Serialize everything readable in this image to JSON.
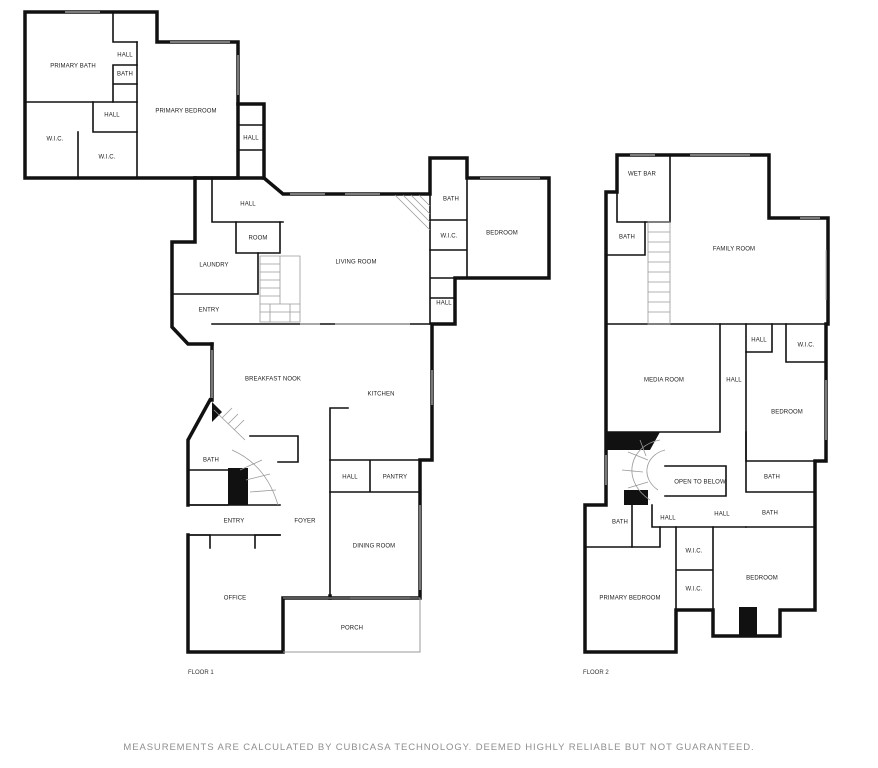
{
  "floor1": {
    "label": "FLOOR 1",
    "rooms": {
      "primary_bath": "PRIMARY BATH",
      "hall_top": "HALL",
      "bath_small": "BATH",
      "primary_bedroom": "PRIMARY BEDROOM",
      "hall_small": "HALL",
      "wic_left": "W.I.C.",
      "wic_right": "W.I.C.",
      "hall_corridor": "HALL",
      "hall_upper": "HALL",
      "room": "ROOM",
      "laundry": "LAUNDRY",
      "living_room": "LIVING ROOM",
      "entry_side": "ENTRY",
      "bath_guest": "BATH",
      "wic_guest": "W.I.C.",
      "bedroom_guest": "BEDROOM",
      "hall_guest": "HALL",
      "breakfast_nook": "BREAKFAST NOOK",
      "kitchen": "KITCHEN",
      "bath_half": "BATH",
      "hall_pantry": "HALL",
      "pantry": "PANTRY",
      "entry_main": "ENTRY",
      "foyer": "FOYER",
      "dining_room": "DINING ROOM",
      "office": "OFFICE",
      "porch": "PORCH"
    }
  },
  "floor2": {
    "label": "FLOOR 2",
    "rooms": {
      "wet_bar": "WET BAR",
      "bath_a": "BATH",
      "family_room": "FAMILY ROOM",
      "hall_a": "HALL",
      "wic_a": "W.I.C.",
      "media_room": "MEDIA ROOM",
      "hall_b": "HALL",
      "bedroom_a": "BEDROOM",
      "open_to_below": "OPEN TO BELOW",
      "bath_b": "BATH",
      "bath_c": "BATH",
      "bath_d": "BATH",
      "hall_c": "HALL",
      "hall_d": "HALL",
      "wic_b": "W.I.C.",
      "wic_c": "W.I.C.",
      "bedroom_b": "BEDROOM",
      "primary_bedroom": "PRIMARY BEDROOM"
    }
  },
  "disclaimer": "MEASUREMENTS ARE CALCULATED BY CUBICASA TECHNOLOGY. DEEMED HIGHLY RELIABLE BUT NOT GUARANTEED."
}
